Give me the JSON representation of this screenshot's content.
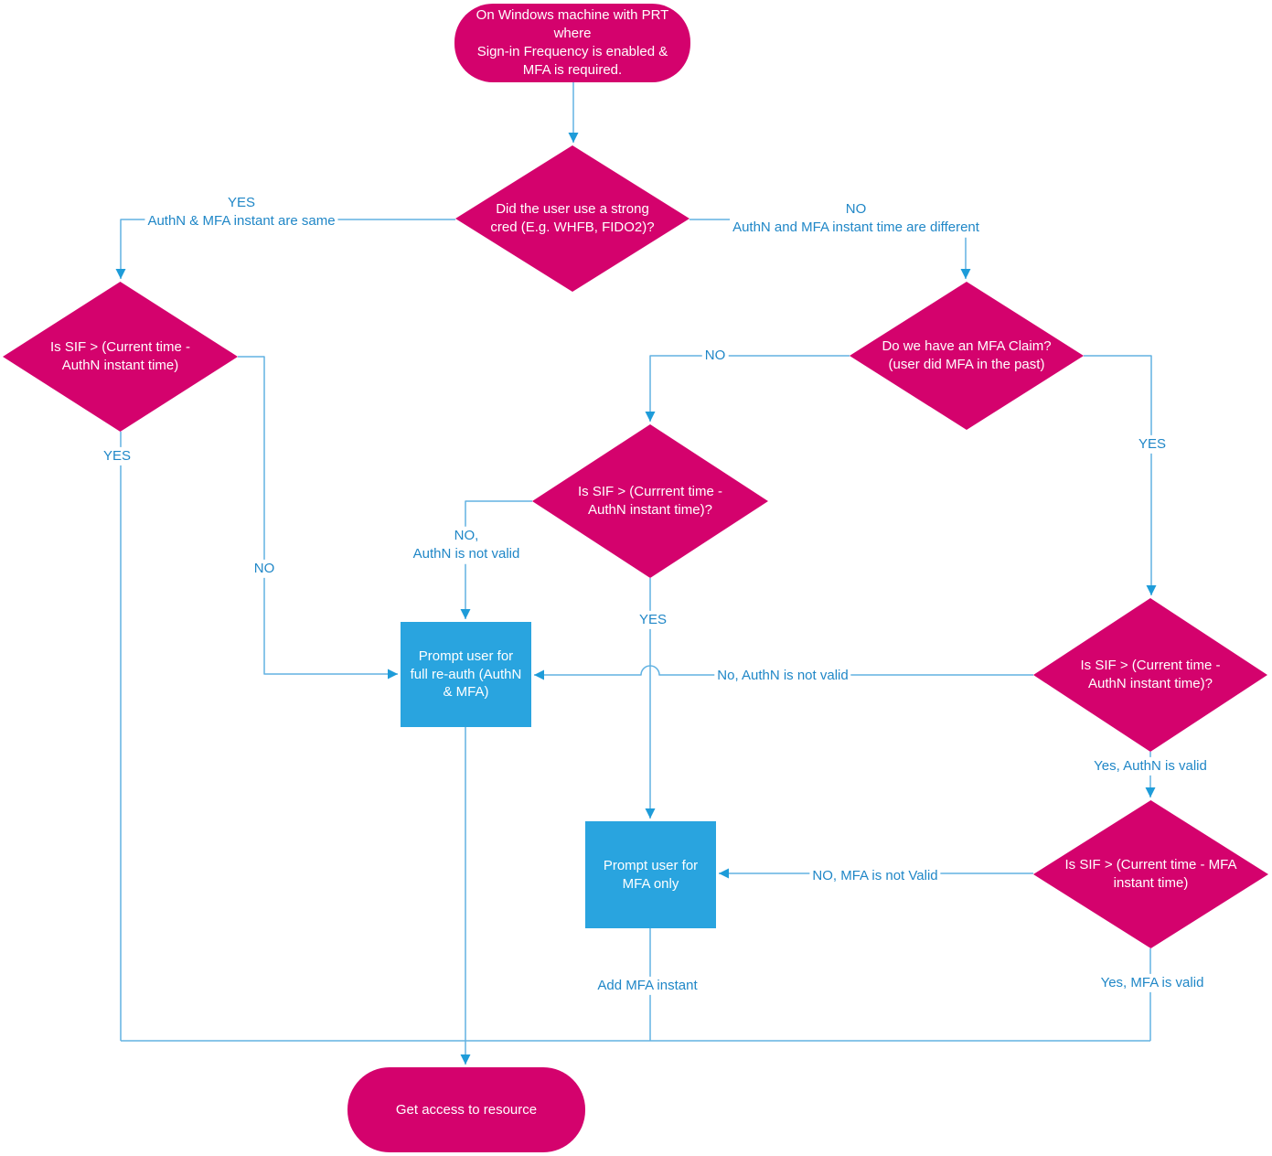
{
  "colors": {
    "pink": "#d4026d",
    "blue": "#29a4df",
    "line": "#62b2e2",
    "arrow": "#1e9cd9",
    "label": "#2087c7"
  },
  "nodes": {
    "start": {
      "label": "On Windows machine with PRT\nwhere\nSign-in Frequency is enabled &\nMFA is required."
    },
    "strong_cred": {
      "label": "Did the user use a strong\ncred (E.g. WHFB, FIDO2)?"
    },
    "sif_authn_left": {
      "label": "Is SIF > (Current time -\nAuthN instant time)"
    },
    "mfa_claim": {
      "label": "Do we have an MFA Claim?\n(user did MFA in the past)"
    },
    "sif_authn_mid": {
      "label": "Is SIF > (Currrent time -\nAuthN instant time)?"
    },
    "sif_authn_right": {
      "label": "Is SIF > (Current time -\nAuthN instant time)?"
    },
    "sif_mfa": {
      "label": "Is SIF > (Current time - MFA\ninstant time)"
    },
    "prompt_full_reauth": {
      "label": "Prompt user for\nfull re-auth (AuthN\n& MFA)"
    },
    "prompt_mfa_only": {
      "label": "Prompt user for\nMFA only"
    },
    "end": {
      "label": "Get access to resource"
    }
  },
  "edge_labels": {
    "strong_yes": "YES\nAuthN & MFA instant are same",
    "strong_no": "NO\nAuthN and MFA instant time are different",
    "left_yes": "YES",
    "left_no": "NO",
    "claim_no": "NO",
    "claim_yes": "YES",
    "mid_no": "NO,\nAuthN is not valid",
    "mid_yes": "YES",
    "right_no": "No, AuthN is not valid",
    "right_yes": "Yes, AuthN is valid",
    "mfa_no": "NO, MFA is not Valid",
    "mfa_yes": "Yes, MFA is valid",
    "add_mfa": "Add MFA instant"
  }
}
